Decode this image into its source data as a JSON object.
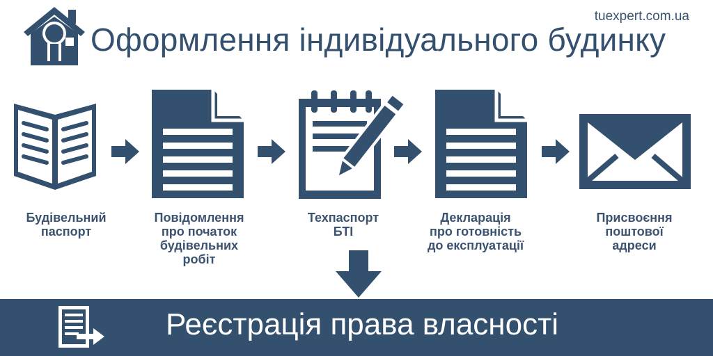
{
  "site": "tuexpert.com.ua",
  "title": "Оформлення індивідуального будинку",
  "steps": [
    {
      "lines": [
        "Будівельний",
        "паспорт"
      ],
      "icon": "open-book-icon"
    },
    {
      "lines": [
        "Повідомлення",
        "про початок",
        "будівельних",
        "робіт"
      ],
      "icon": "document-icon"
    },
    {
      "lines": [
        "Техпаспорт",
        "БТІ"
      ],
      "icon": "notepad-pencil-icon"
    },
    {
      "lines": [
        "Декларація",
        "про готовність",
        "до експлуатації"
      ],
      "icon": "document-icon"
    },
    {
      "lines": [
        "Присвоєння",
        "поштової",
        "адреси"
      ],
      "icon": "envelope-icon"
    }
  ],
  "footer": {
    "text": "Реєстрація права власності",
    "icon": "document-export-icon"
  },
  "colors": {
    "primary": "#34506f",
    "text": "#3b5370",
    "background": "#ffffff"
  }
}
